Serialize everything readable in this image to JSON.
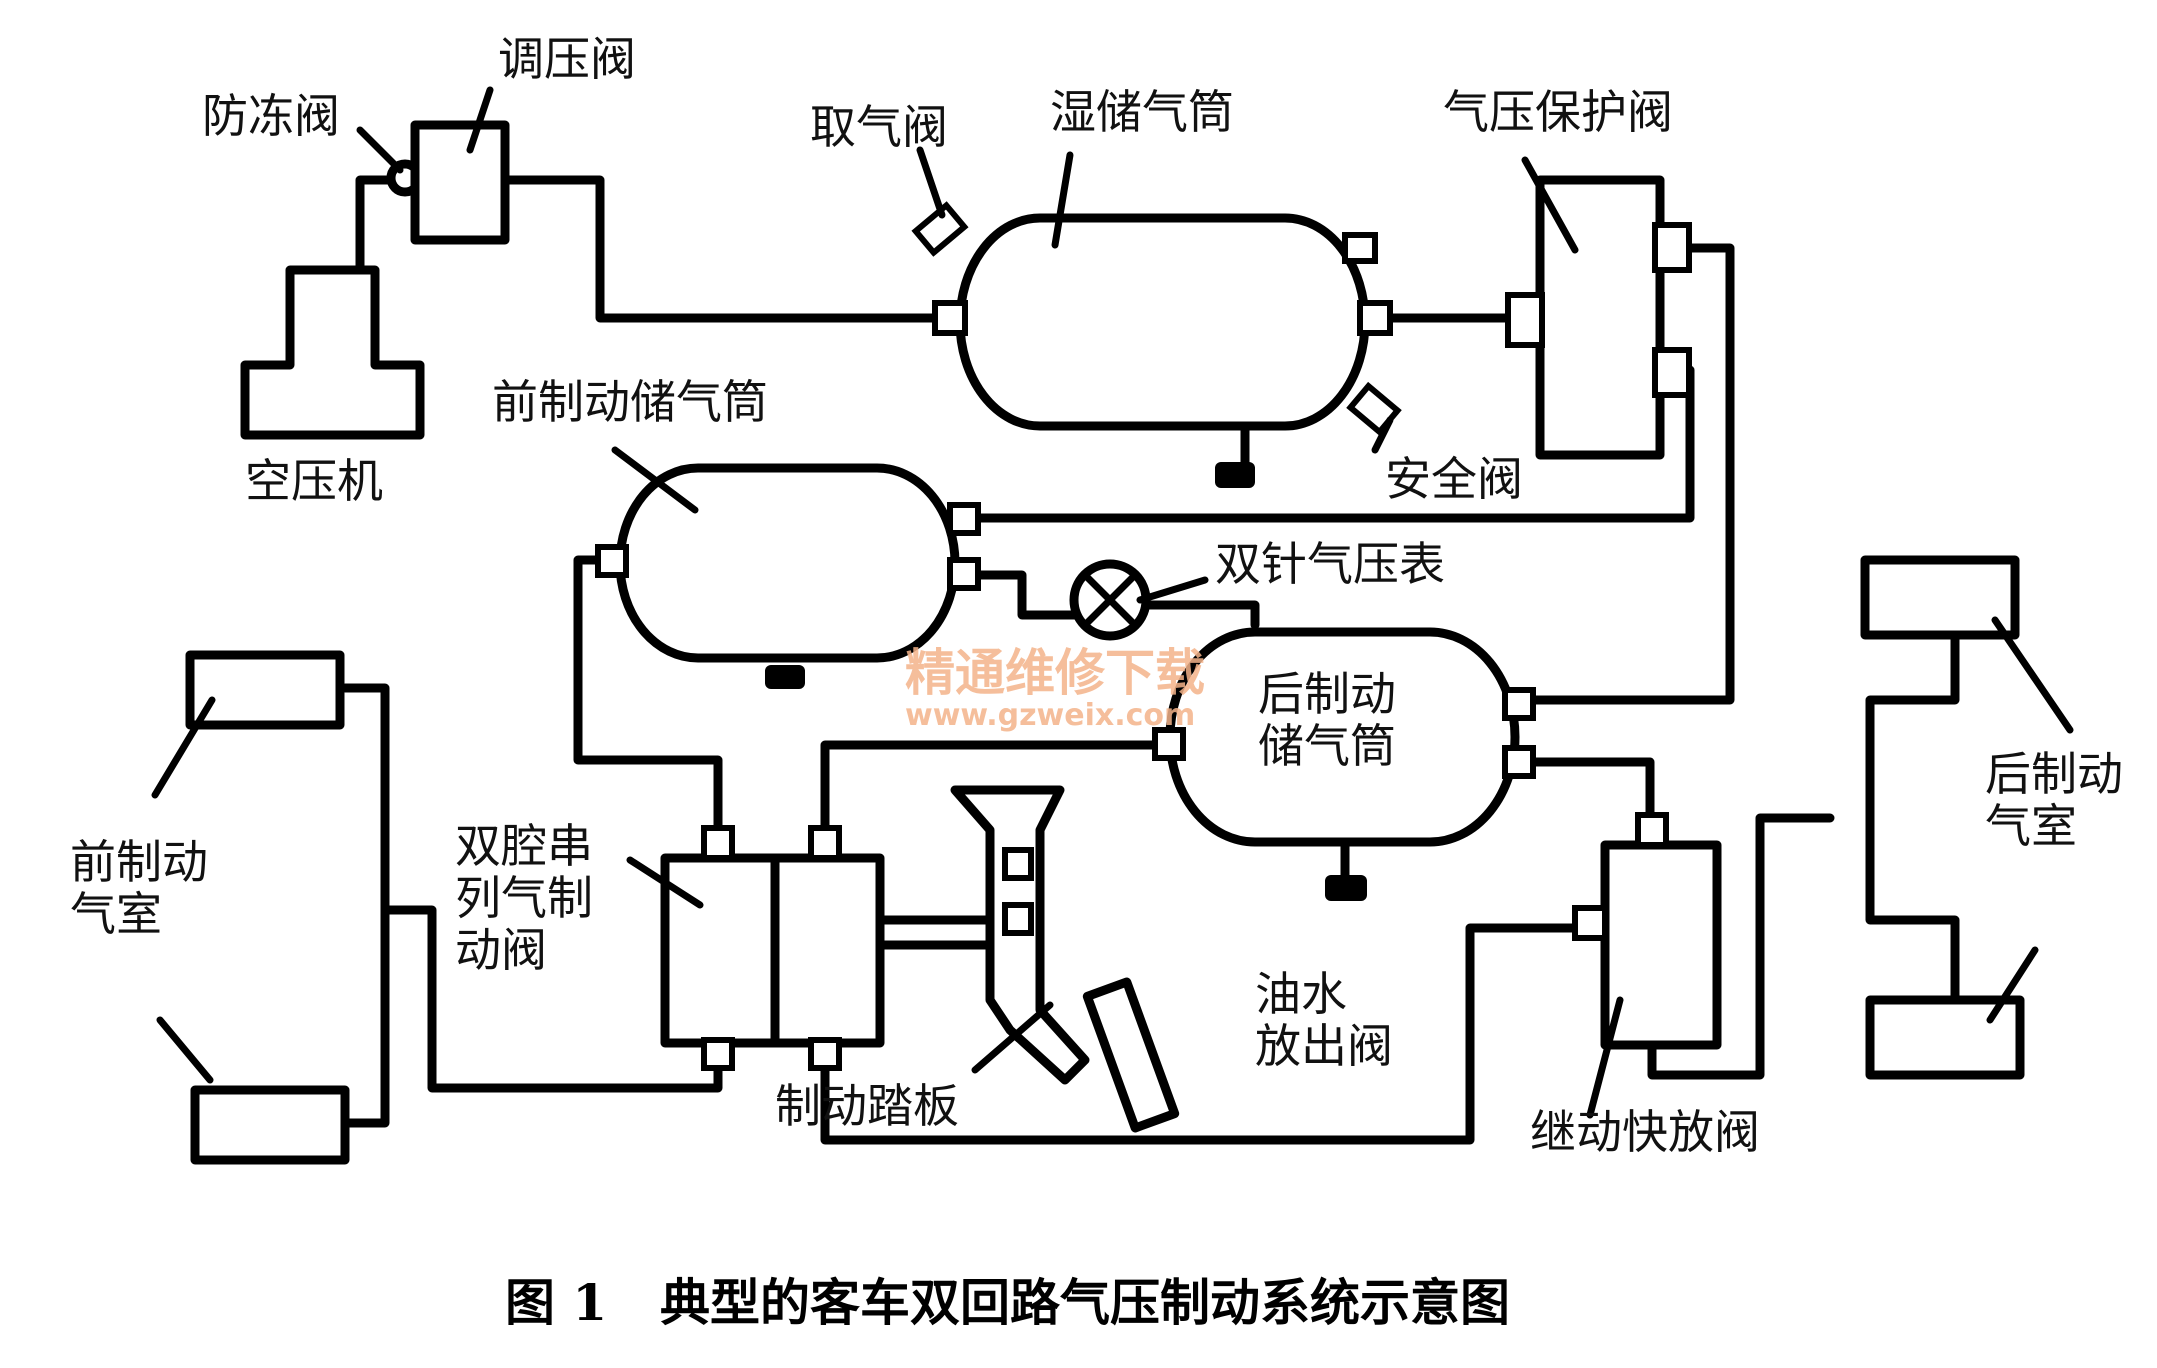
{
  "labels": {
    "tiaoyafa": "调压阀",
    "fangdongfa": "防冻阀",
    "kongyaji": "空压机",
    "quqifa": "取气阀",
    "shichuqitong": "湿储气筒",
    "qiyabaohufa": "气压保护阀",
    "anquanfa": "安全阀",
    "qianzhidong_chuqitong": "前制动储气筒",
    "shuangzhen_qiyabiao": "双针气压表",
    "houzhidong_chuqitong_1": "后制动",
    "houzhidong_chuqitong_2": "储气筒",
    "qianzhidong_qishi_1": "前制动",
    "qianzhidong_qishi_2": "气室",
    "houzhidong_qishi_1": "后制动",
    "houzhidong_qishi_2": "气室",
    "zhidongfa_1": "双腔串",
    "zhidongfa_2": "列气制",
    "zhidongfa_3": "动阀",
    "youshui_1": "油水",
    "youshui_2": "放出阀",
    "zhidong_taban": "制动踏板",
    "jidong_kuaifangfa": "继动快放阀"
  },
  "caption": {
    "number": "图 1",
    "title": "典型的客车双回路气压制动系统示意图"
  },
  "watermark": {
    "line1": "精通维修下载",
    "line2": "www.gzweix.com"
  }
}
